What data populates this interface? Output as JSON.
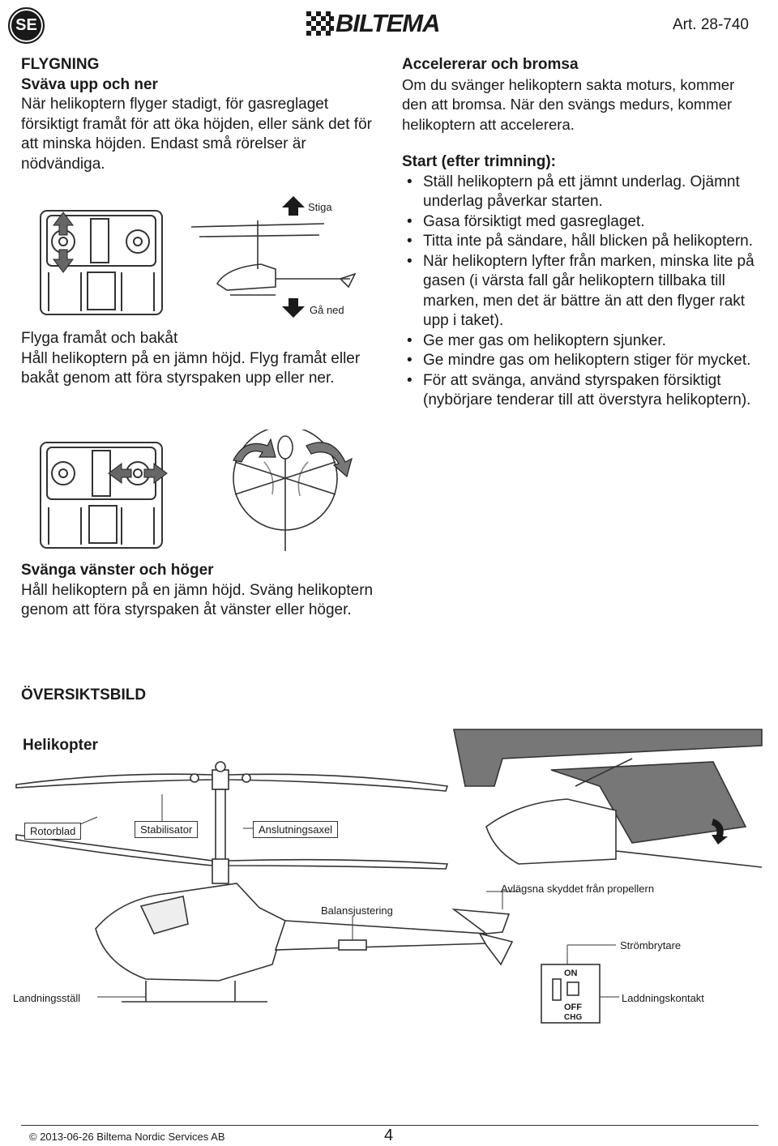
{
  "header": {
    "lang_badge": "SE",
    "logo": "BILTEMA",
    "article": "Art. 28-740"
  },
  "flygning": {
    "title": "FLYGNING",
    "subtitle": "Sväva upp och ner",
    "text": "När helikoptern flyger stadigt, för gasreglaget försiktigt framåt för att öka höjden, eller sänk det för att minska höjden. Endast små rörelser är nödvändiga."
  },
  "figure1": {
    "up_label": "Stiga",
    "down_label": "Gå ned"
  },
  "framat": {
    "title": "Flyga framåt och bakåt",
    "text": "Håll helikoptern på en jämn höjd. Flyg framåt eller bakåt genom att föra styrspaken upp eller ner."
  },
  "svanga": {
    "title": "Svänga vänster och höger",
    "text": "Håll helikoptern på en jämn höjd. Sväng helikoptern genom att föra styrspaken åt vänster eller höger."
  },
  "accelererar": {
    "title": "Accelererar och bromsa",
    "text": "Om du svänger helikoptern sakta moturs, kommer den att bromsa. När den svängs medurs, kommer helikoptern att accelerera."
  },
  "start": {
    "title": "Start (efter trimning):",
    "items": [
      "Ställ helikoptern på ett jämnt underlag. Ojämnt underlag påverkar starten.",
      "Gasa försiktigt med gasreglaget.",
      "Titta inte på sändare, håll blicken på helikoptern.",
      "När helikoptern lyfter från marken, minska lite på gasen (i värsta fall går helikoptern tillbaka till marken, men det är bättre än att den flyger rakt upp i taket).",
      "Ge mer gas om helikoptern sjunker.",
      "Ge mindre gas om helikoptern stiger för mycket.",
      "För att svänga, använd styrspaken försiktigt (nybörjare tenderar till att överstyra helikoptern)."
    ]
  },
  "oversikt": {
    "title": "ÖVERSIKTSBILD",
    "subtitle": "Helikopter",
    "labels": {
      "rotorblad": "Rotorblad",
      "stabilisator": "Stabilisator",
      "anslutningsaxel": "Anslutningsaxel",
      "avlagsna": "Avlägsna skyddet från propellern",
      "balansjustering": "Balansjustering",
      "strombrytare": "Strömbrytare",
      "landningsstall": "Landningsställ",
      "laddningskontakt": "Laddningskontakt",
      "switch_on": "ON",
      "switch_off": "OFF",
      "switch_chg": "CHG"
    }
  },
  "footer": {
    "copyright": "© 2013-06-26 Biltema Nordic Services AB",
    "page": "4"
  }
}
